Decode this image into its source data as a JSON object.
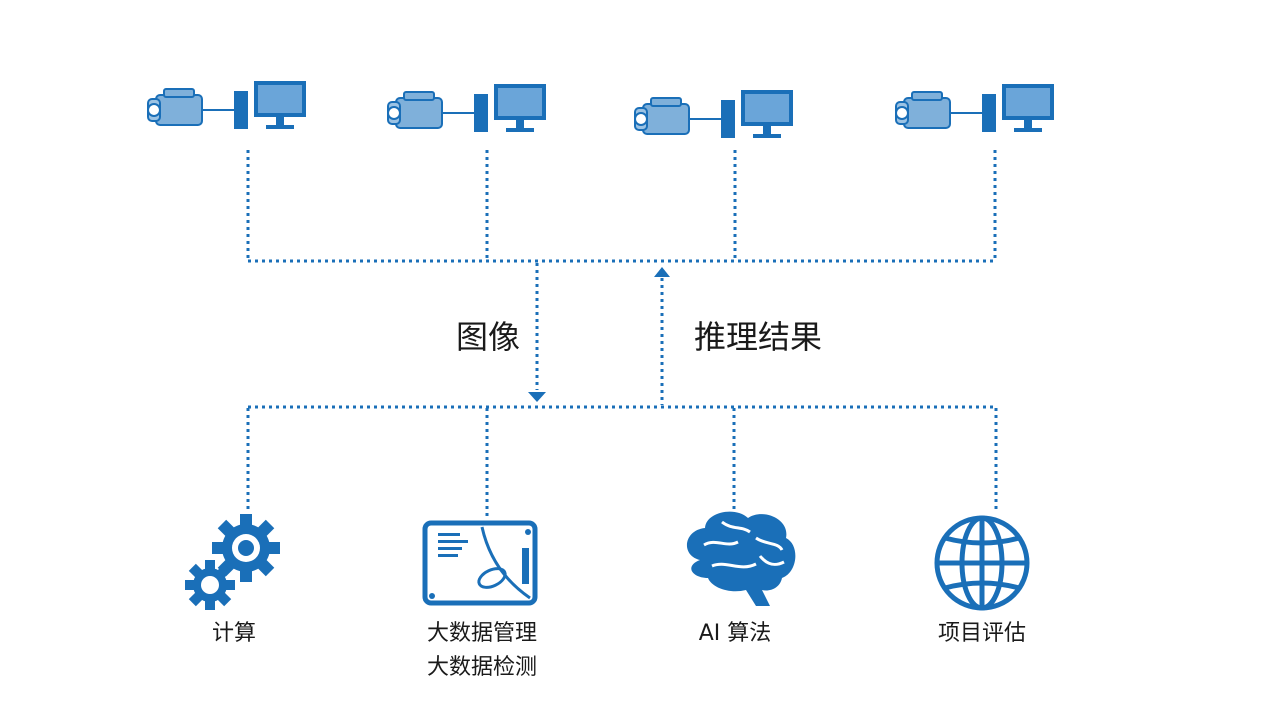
{
  "colors": {
    "primary": "#1a6fb8",
    "light": "#7fb0da",
    "text": "#1a1a1a"
  },
  "flow": {
    "image_label": "图像",
    "result_label": "推理结果"
  },
  "stations": [
    {
      "icons": [
        "camera-icon",
        "computer-tower-icon",
        "monitor-icon"
      ]
    },
    {
      "icons": [
        "camera-icon",
        "computer-tower-icon",
        "monitor-icon"
      ]
    },
    {
      "icons": [
        "camera-icon",
        "computer-tower-icon",
        "monitor-icon"
      ]
    },
    {
      "icons": [
        "camera-icon",
        "computer-tower-icon",
        "monitor-icon"
      ]
    }
  ],
  "modules": [
    {
      "icon": "gears-icon",
      "label": "计算"
    },
    {
      "icon": "storage-drive-icon",
      "label": "大数据管理",
      "label2": "大数据检测"
    },
    {
      "icon": "brain-icon",
      "label": "AI 算法"
    },
    {
      "icon": "globe-icon",
      "label": "项目评估"
    }
  ]
}
